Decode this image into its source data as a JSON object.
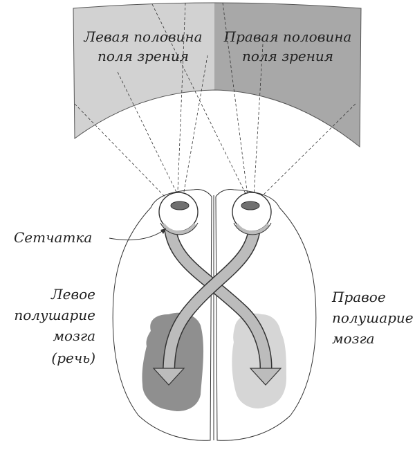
{
  "labels": {
    "left_field_line1": "Левая половина",
    "left_field_line2": "поля зрения",
    "right_field_line1": "Правая половина",
    "right_field_line2": "поля зрения",
    "retina": "Сетчатка",
    "left_hemisphere_line1": "Левое",
    "left_hemisphere_line2": "полушарие",
    "left_hemisphere_line3": "мозга",
    "left_hemisphere_line4": "(речь)",
    "right_hemisphere_line1": "Правое",
    "right_hemisphere_line2": "полушарие",
    "right_hemisphere_line3": "мозга"
  },
  "colors": {
    "left_field": "#d2d2d2",
    "right_field": "#a8a8a8",
    "left_cortex": "#8f8f8f",
    "right_cortex": "#d6d6d6",
    "optic_pathway": "#bcbcbc",
    "outline": "#333333",
    "lens": "#707070"
  }
}
